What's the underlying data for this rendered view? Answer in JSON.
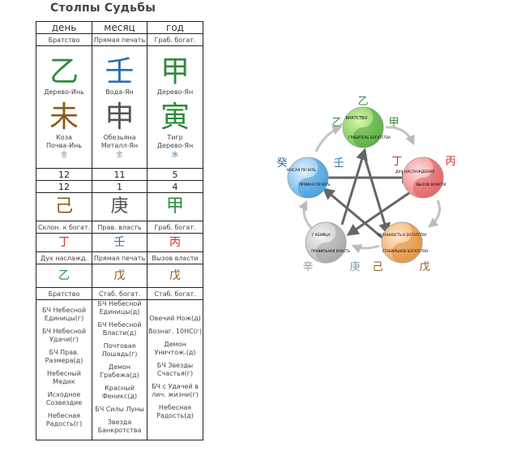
{
  "title": "Столпы Судьбы",
  "columns": [
    {
      "header": "день",
      "stem_god": "Братство",
      "stem_char": "乙",
      "stem_desc": "Дерево-Инь",
      "branch_char": "未",
      "branch_animal": "Коза",
      "branch_desc": "Почва-Инь",
      "small_char": "金",
      "num1": "12",
      "num2": "12",
      "hidden1_char": "己",
      "hidden1_god": "Склон. к богат.",
      "hidden2_char": "丁",
      "hidden2_god": "Дух наслажд.",
      "hidden3_char": "乙",
      "hidden3_god": "Братство",
      "stars": [
        "БЧ Небесной Единицы(г)",
        "БЧ Небесной Удачи(г)",
        "БЧ Прав. Размера(д)",
        "Небесный Медик",
        "Исходное Созвездие",
        "Небесная Радость(г)"
      ]
    },
    {
      "header": "месяц",
      "stem_god": "Прямая печать",
      "stem_char": "壬",
      "stem_desc": "Вода-Ян",
      "branch_char": "申",
      "branch_animal": "Обезьяна",
      "branch_desc": "Металл-Ян",
      "small_char": "金",
      "num1": "11",
      "num2": "1",
      "hidden1_char": "庚",
      "hidden1_god": "Прав. власть",
      "hidden2_char": "壬",
      "hidden2_god": "Прямая печать",
      "hidden3_char": "戊",
      "hidden3_god": "Стаб. богат.",
      "stars": [
        "БЧ Небесной Единицы(д)",
        "БЧ Небесной Власти(д)",
        "Почтовая Лошадь(г)",
        "Демон Грабежа(д)",
        "Красный Феникс(д)",
        "БЧ Силы Луны",
        "Звезда Банкротства"
      ]
    },
    {
      "header": "год",
      "stem_god": "Граб. богат.",
      "stem_char": "甲",
      "stem_desc": "Дерево-Ян",
      "branch_char": "寅",
      "branch_animal": "Тигр",
      "branch_desc": "Дерево-Ян",
      "small_char": "水",
      "num1": "5",
      "num2": "4",
      "hidden1_char": "甲",
      "hidden1_god": "Граб. богат.",
      "hidden2_char": "丙",
      "hidden2_god": "Вызов власти",
      "hidden3_char": "戊",
      "hidden3_god": "Стаб. богат.",
      "stars": [
        "Овечий Нож(д)",
        "Вознаг. 10НС(г)",
        "Демон Уничтож.(д)",
        "БЧ Звезды Счастья(г)",
        "БЧ с Удачей в лич. жизни(г)",
        "Небесная Радость(д)"
      ]
    }
  ],
  "colors": {
    "wood": "#2e8b3a",
    "fire": "#d03030",
    "earth": "#8a5a1a",
    "metal": "#555555",
    "water": "#2a6fb0",
    "muted": "#8899aa"
  },
  "wheel": {
    "wood": {
      "lines": [
        "БРАТСТВО",
        "ГРАБИТЕЛЬ БОГАТСТВА"
      ],
      "chars": [
        "乙",
        "乙",
        "甲"
      ]
    },
    "fire": {
      "lines": [
        "ДУХ НАСЛАЖДЕНИЯ",
        "ВЫЗОВ ВЛАСТИ"
      ],
      "chars": [
        "丁",
        "丙"
      ]
    },
    "earth": {
      "lines": [
        "СКЛОННОСТЬ К БОГАТСТВУ",
        "СТАБИЛЬНОЕ БОГАТСТВО"
      ],
      "chars": [
        "己",
        "戊"
      ]
    },
    "metal": {
      "lines": [
        "7 УБИЙЦА",
        "ПРАВИЛЬНАЯ ВЛАСТЬ"
      ],
      "chars": [
        "辛",
        "庚"
      ]
    },
    "water": {
      "lines": [
        "КОСАЯ ПЕЧАТЬ",
        "ПРЯМАЯ ПЕЧАТЬ"
      ],
      "chars": [
        "癸",
        "壬"
      ]
    }
  }
}
